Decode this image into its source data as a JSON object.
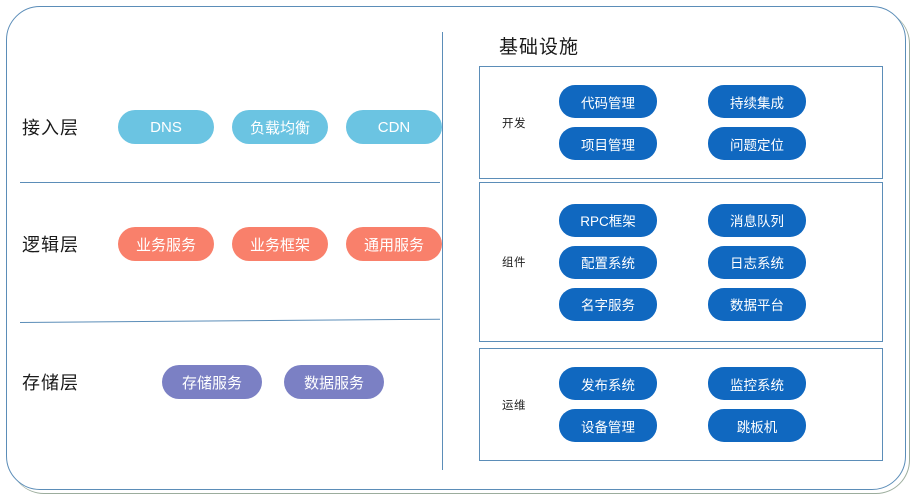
{
  "colors": {
    "frame_border": "#5B8DB8",
    "access_layer": "#6BC4E2",
    "logic_layer": "#F9806B",
    "storage_layer": "#7B80C4",
    "infrastructure": "#1068C0",
    "text_dark": "#1a1a1a",
    "pill_text": "#ffffff",
    "background": "#ffffff"
  },
  "left_panel": {
    "layers": [
      {
        "label": "接入层",
        "color_key": "access_layer",
        "items": [
          "DNS",
          "负载均衡",
          "CDN"
        ]
      },
      {
        "label": "逻辑层",
        "color_key": "logic_layer",
        "items": [
          "业务服务",
          "业务框架",
          "通用服务"
        ]
      },
      {
        "label": "存储层",
        "color_key": "storage_layer",
        "items": [
          "存储服务",
          "数据服务"
        ]
      }
    ]
  },
  "right_panel": {
    "title": "基础设施",
    "groups": [
      {
        "label": "开发",
        "rows": [
          [
            "代码管理",
            "持续集成"
          ],
          [
            "项目管理",
            "问题定位"
          ]
        ]
      },
      {
        "label": "组件",
        "rows": [
          [
            "RPC框架",
            "消息队列"
          ],
          [
            "配置系统",
            "日志系统"
          ],
          [
            "名字服务",
            "数据平台"
          ]
        ]
      },
      {
        "label": "运维",
        "rows": [
          [
            "发布系统",
            "监控系统"
          ],
          [
            "设备管理",
            "跳板机"
          ]
        ]
      }
    ]
  }
}
